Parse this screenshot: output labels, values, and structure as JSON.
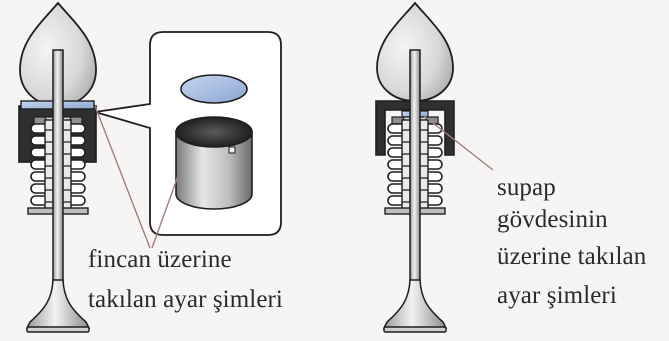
{
  "diagram": {
    "left_assembly": {
      "name": "valve-with-shim-on-bucket",
      "callout_lines": [
        "fincan üzerine",
        "takılan ayar şimleri"
      ]
    },
    "right_assembly": {
      "name": "valve-with-shim-under-bucket",
      "callout_lines": [
        "supap",
        "gövdesinin",
        "üzerine takılan",
        "ayar şimleri"
      ]
    },
    "colors": {
      "background": "#f6f5f3",
      "cam_lobe": "#d8d8d8",
      "bucket": "#2e2e2e",
      "shim": "#9fb6dc",
      "spring": "#ffffff",
      "outline": "#1e1e1e",
      "leader_line": "#a07e7e"
    }
  }
}
